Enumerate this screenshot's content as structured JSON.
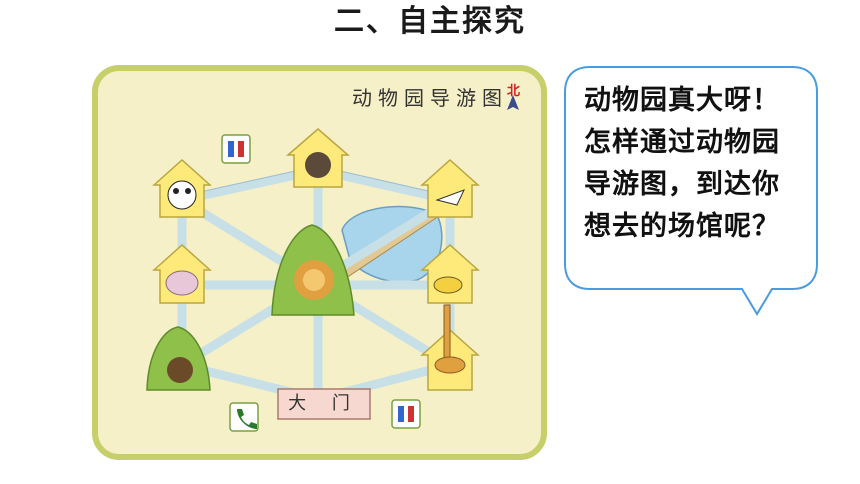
{
  "page": {
    "title": "二、自主探究"
  },
  "map": {
    "title": "动物园导游图",
    "north_label": "北",
    "gate_label": "大 门"
  },
  "bubble": {
    "text": "动物园真大呀！怎样通过动物园导游图，到达你想去的场馆呢？"
  },
  "colors": {
    "frame_fill": "#f6f0c8",
    "frame_stroke": "#c6cf6a",
    "path": "#c7dfe6",
    "house_fill": "#fdea7a",
    "house_stroke": "#b9a640",
    "hill": "#8fc04a",
    "lake": "#a8d4ec",
    "bubble_stroke": "#4a9be0"
  }
}
